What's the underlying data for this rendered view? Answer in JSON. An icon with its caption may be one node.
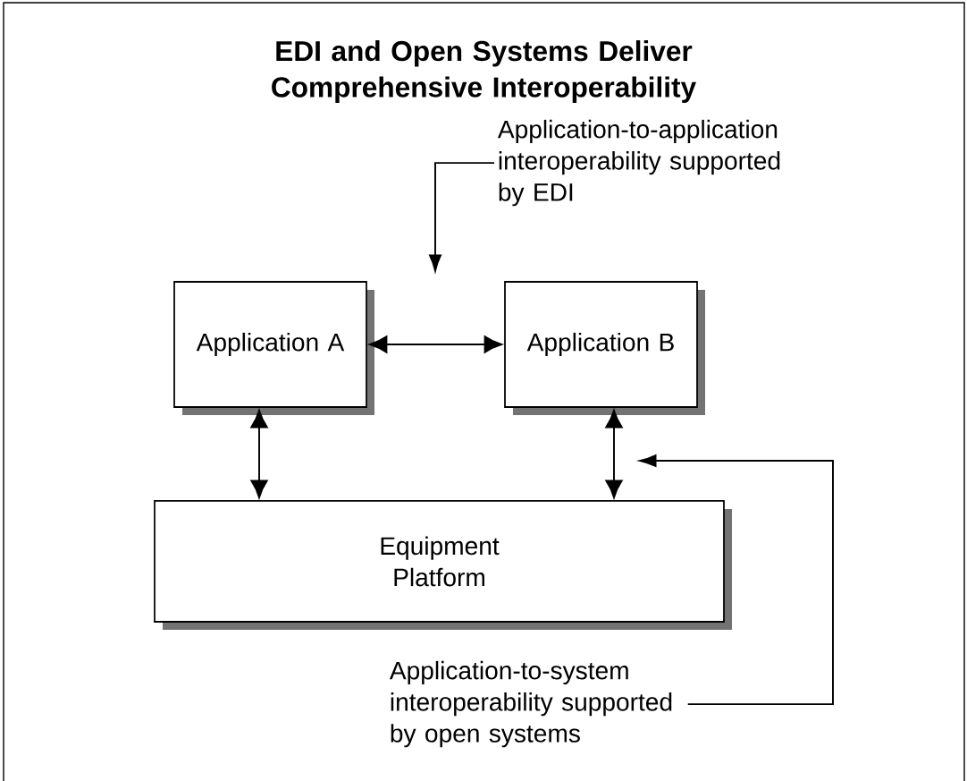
{
  "diagram": {
    "title": "EDI and Open Systems Deliver Comprehensive Interoperability",
    "nodes": [
      {
        "text": [
          "Application A"
        ]
      },
      {
        "text": [
          "Application B"
        ]
      },
      {
        "text": [
          "Equipment Platform"
        ]
      },
      {
        "text": [
          "Application-to-application interoperability supported by EDI"
        ]
      },
      {
        "text": [
          "Application-to-system interoperability supported by open systems"
        ]
      }
    ],
    "edges": [
      {
        "from": 0,
        "to": 1,
        "arrow": "both"
      },
      {
        "from": 0,
        "to": 2,
        "arrow": "both"
      },
      {
        "from": 1,
        "to": 2,
        "arrow": "both"
      },
      {
        "from": 3,
        "to": null,
        "arrow": "to"
      },
      {
        "from": 4,
        "to": null,
        "arrow": "to"
      }
    ]
  }
}
